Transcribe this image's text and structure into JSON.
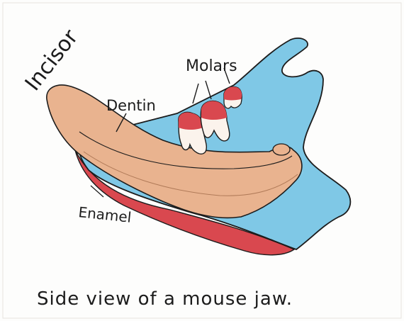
{
  "labels": {
    "incisor": "Incisor",
    "molars": "Molars",
    "dentin": "Dentin",
    "enamel": "Enamel"
  },
  "caption": "Side view of a mouse jaw.",
  "colors": {
    "bone": "#7fc8e6",
    "dentin": "#e9b38f",
    "enamel": "#d9484f",
    "tooth": "#fbf3ec",
    "outline": "#1c1c1c"
  }
}
